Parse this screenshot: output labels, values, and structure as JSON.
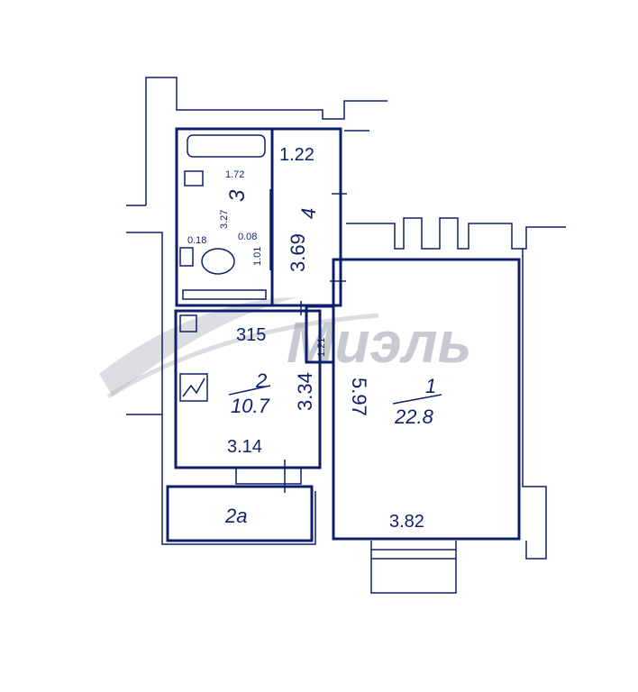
{
  "watermark": {
    "brand": "Миэль"
  },
  "rooms": {
    "r1": {
      "number": "1",
      "area": "22.8",
      "width": "3.82",
      "length": "5.97"
    },
    "r2": {
      "number": "2",
      "area": "10.7",
      "width": "3.14",
      "length": "3.34",
      "top": "315"
    },
    "r2a": {
      "label": "2а"
    },
    "r3": {
      "number": "3",
      "d1": "1.72",
      "d2": "3.27",
      "d3": "0.08",
      "d4": "1.01",
      "d5": "0.18"
    },
    "r4": {
      "number": "4",
      "width": "1.22",
      "length": "3.69"
    },
    "corridor": {
      "gap": "1.21"
    }
  },
  "colors": {
    "ink": "#0d1f6b",
    "watermark": "#9aa0aa"
  }
}
